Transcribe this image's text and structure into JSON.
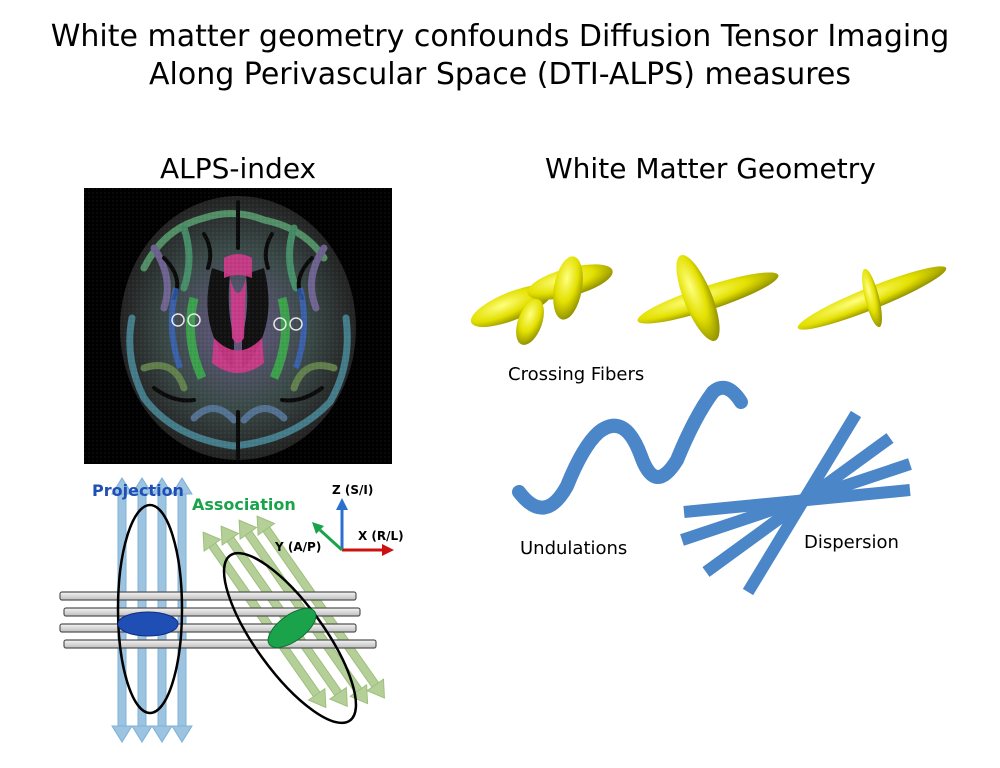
{
  "title": {
    "line1": "White matter geometry confounds Diffusion Tensor Imaging",
    "line2": "Along Perivascular Space (DTI-ALPS) measures"
  },
  "left_panel": {
    "heading": "ALPS-index",
    "projection_label": "Projection",
    "association_label": "Association",
    "axes": {
      "z": "Z (S/I)",
      "y": "Y (A/P)",
      "x": "X (R/L)"
    }
  },
  "right_panel": {
    "heading": "White Matter Geometry",
    "crossing_label": "Crossing Fibers",
    "undulations_label": "Undulations",
    "dispersion_label": "Dispersion"
  },
  "colors": {
    "projection": "#1f4fb5",
    "association": "#1aa34a",
    "axis_z": "#2a6fd0",
    "axis_y": "#1aa34a",
    "axis_x": "#cc1111",
    "fiber_blue": "#4a86c8",
    "glyph_yellow": "#e0e000",
    "arrow_blue": "#9cc3e0",
    "arrow_green": "#b5cf98"
  }
}
